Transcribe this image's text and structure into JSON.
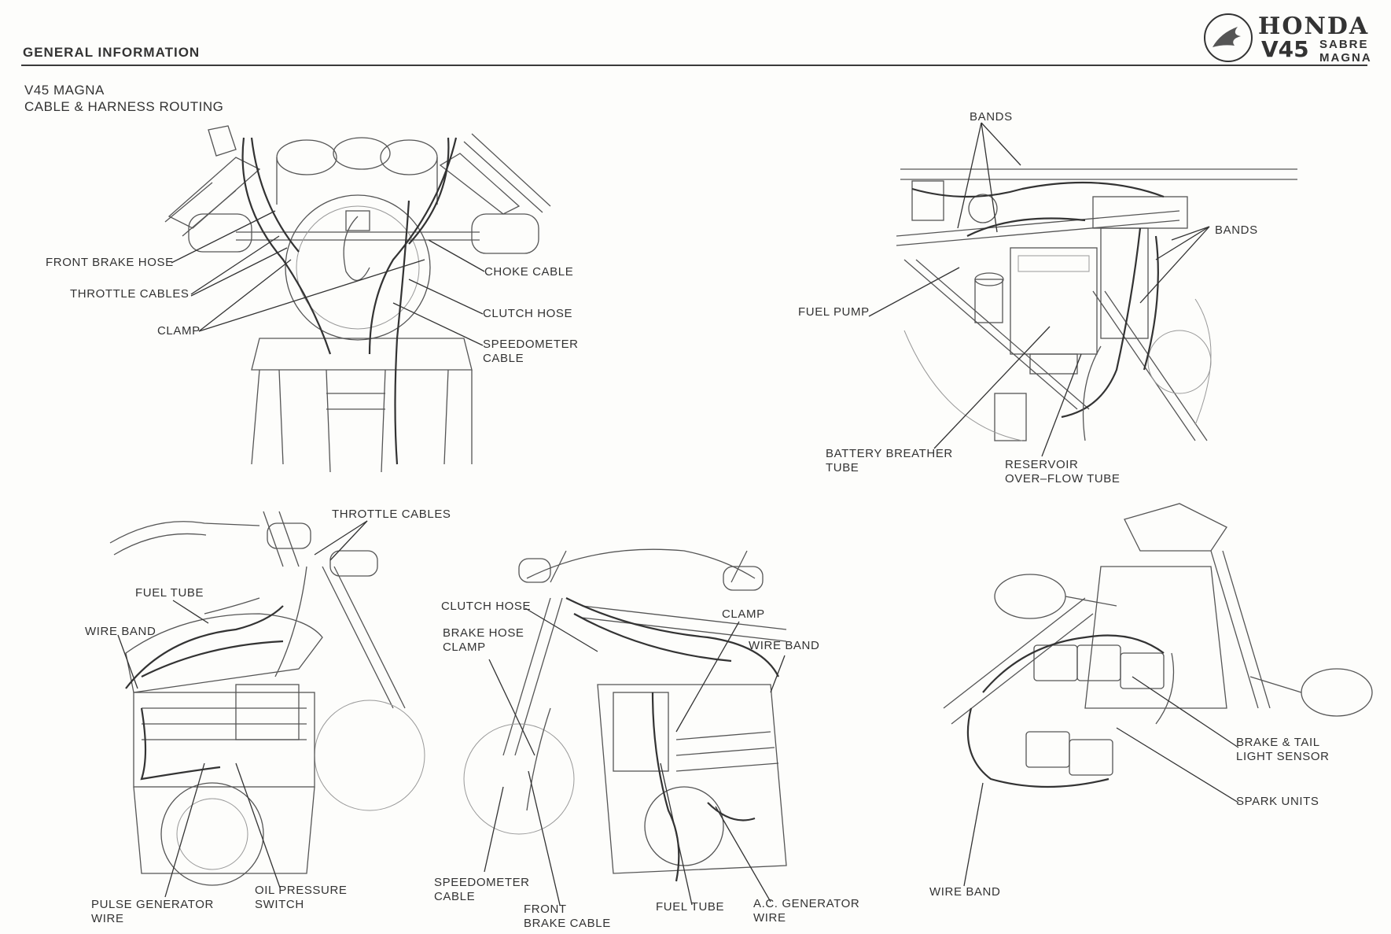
{
  "header": {
    "section": "GENERAL INFORMATION",
    "brand": "HONDA",
    "model": "V45",
    "variant_1": "SABRE",
    "variant_2": "MAGNA"
  },
  "title": {
    "line1": "V45 MAGNA",
    "line2": "CABLE & HARNESS ROUTING"
  },
  "figures": {
    "handlebar": {
      "front_brake_hose": "FRONT BRAKE HOSE",
      "throttle_cables": "THROTTLE CABLES",
      "clamp": "CLAMP",
      "choke_cable": "CHOKE CABLE",
      "clutch_hose": "CLUTCH HOSE",
      "speedometer_1": "SPEEDOMETER",
      "speedometer_2": "CABLE"
    },
    "battery": {
      "bands_top": "BANDS",
      "bands_right": "BANDS",
      "fuel_pump": "FUEL PUMP",
      "battery_breather_1": "BATTERY BREATHER",
      "battery_breather_2": "TUBE",
      "reservoir_1": "RESERVOIR",
      "reservoir_2": "OVER–FLOW TUBE"
    },
    "left_side": {
      "throttle_cables": "THROTTLE CABLES",
      "fuel_tube": "FUEL TUBE",
      "wire_band": "WIRE BAND",
      "pulse_generator_1": "PULSE GENERATOR",
      "pulse_generator_2": "WIRE",
      "oil_pressure_1": "OIL PRESSURE",
      "oil_pressure_2": "SWITCH"
    },
    "front": {
      "clutch_hose": "CLUTCH HOSE",
      "brake_hose_clamp_1": "BRAKE HOSE",
      "brake_hose_clamp_2": "CLAMP",
      "clamp": "CLAMP",
      "wire_band": "WIRE BAND",
      "speedometer_1": "SPEEDOMETER",
      "speedometer_2": "CABLE",
      "front_brake_1": "FRONT",
      "front_brake_2": "BRAKE CABLE",
      "fuel_tube": "FUEL TUBE",
      "ac_generator_1": "A.C. GENERATOR",
      "ac_generator_2": "WIRE"
    },
    "rear": {
      "brake_tail_1": "BRAKE & TAIL",
      "brake_tail_2": "LIGHT SENSOR",
      "spark_units": "SPARK UNITS",
      "wire_band": "WIRE BAND"
    }
  }
}
